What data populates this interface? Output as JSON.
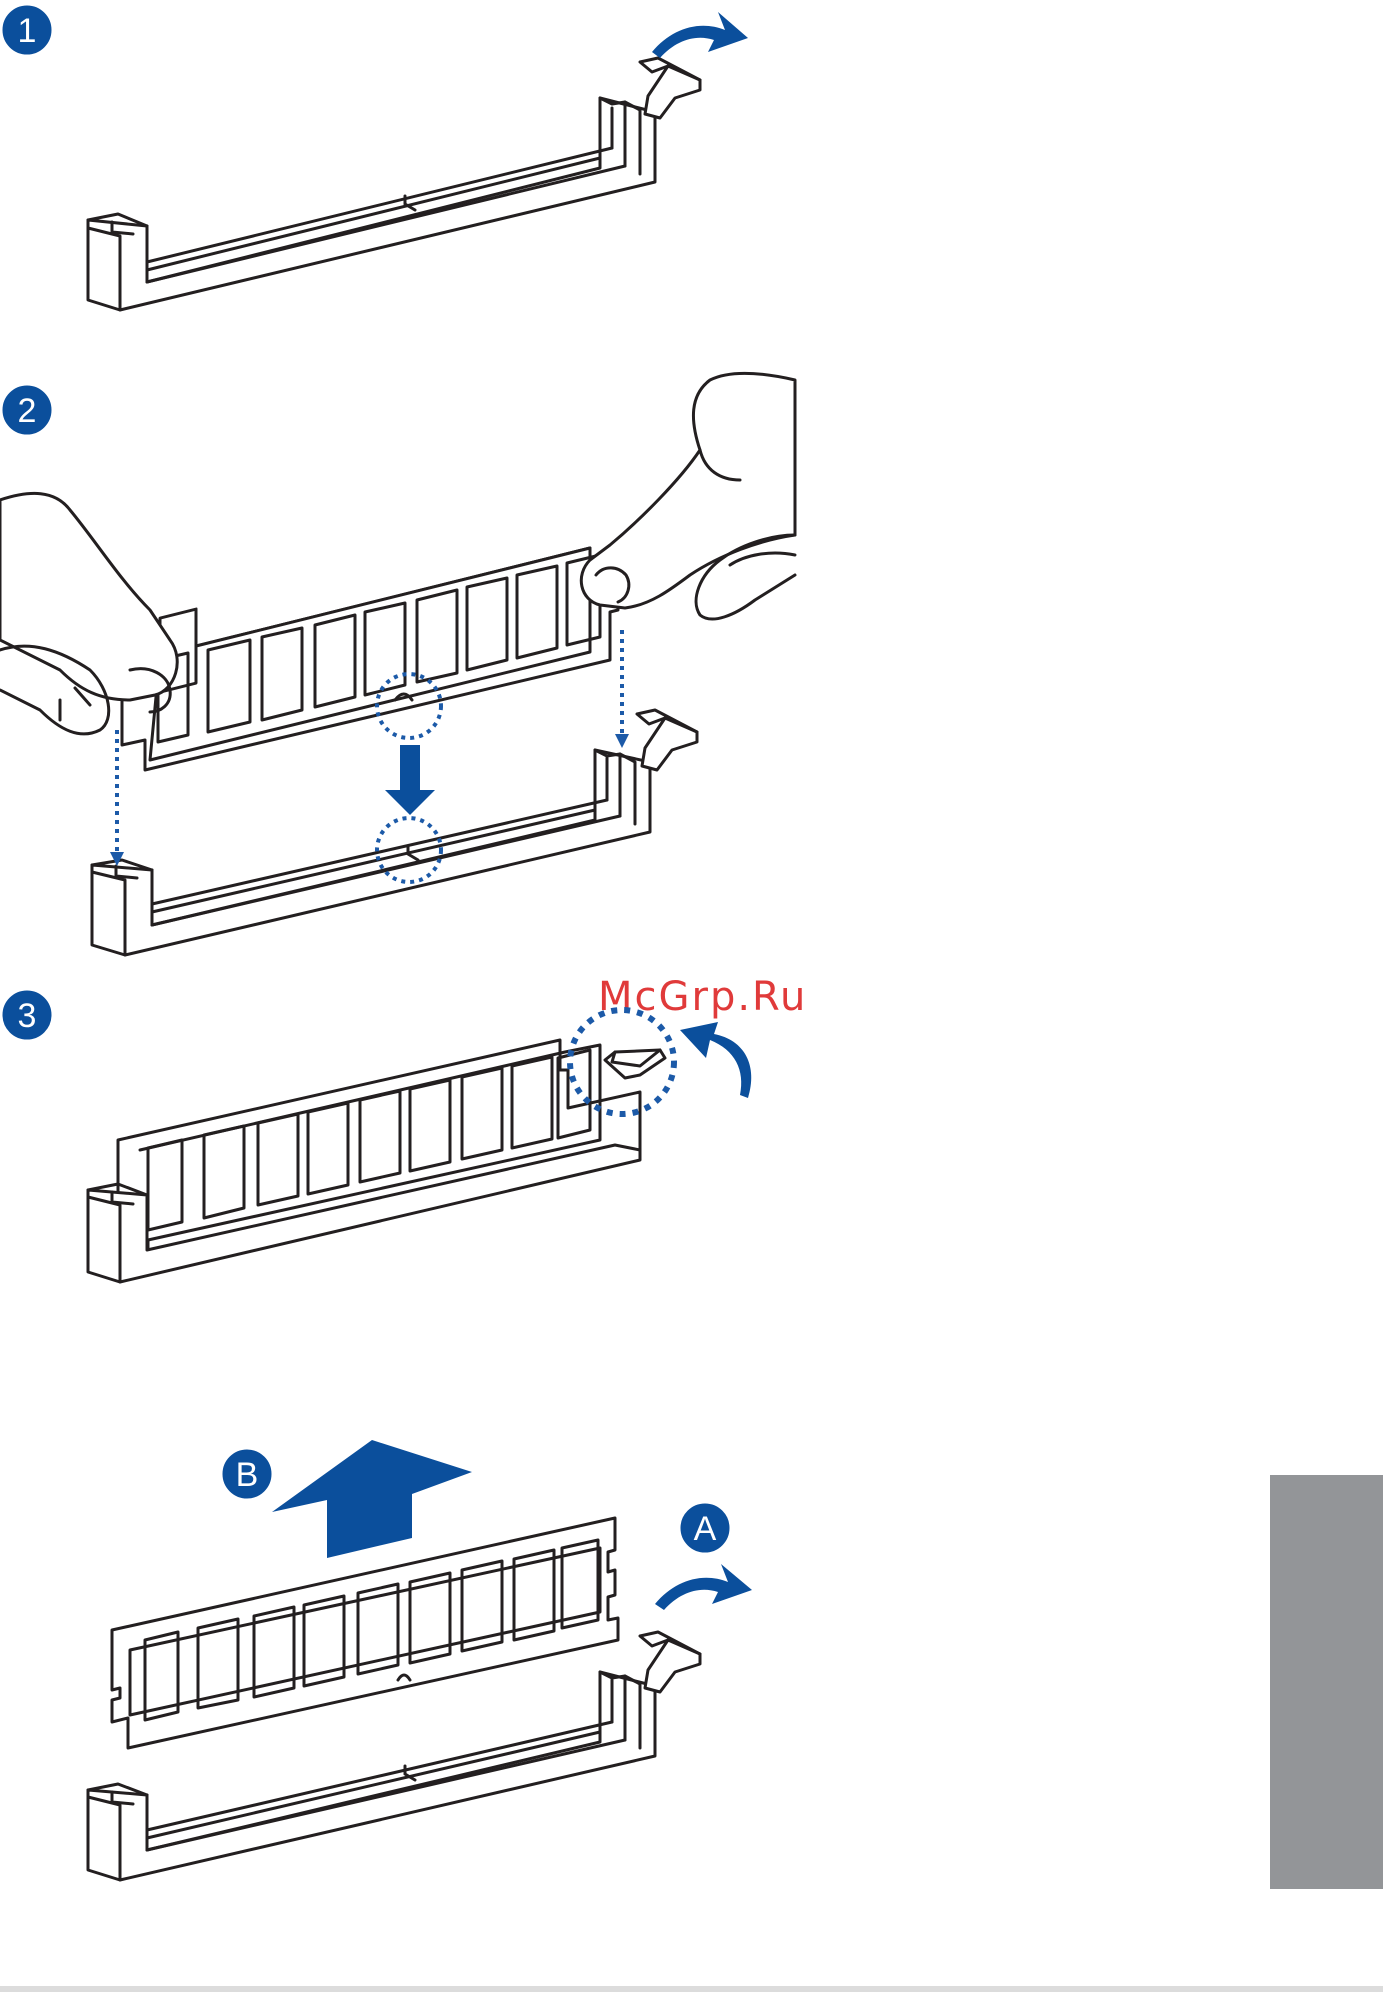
{
  "steps": {
    "one": "1",
    "two": "2",
    "three": "3"
  },
  "removal": {
    "b": "B",
    "a": "A"
  },
  "watermark": "McGrp.Ru",
  "colors": {
    "accent_blue": "#0b4f9c",
    "dotted_blue": "#1c5aa8",
    "side_tab": "#939598",
    "line": "#231f20",
    "watermark": "#e03a3a"
  },
  "icons": [
    "step-badge",
    "release-arrow-icon",
    "insert-arrow-icon",
    "lift-arrow-icon",
    "latch-close-arrow-icon"
  ]
}
